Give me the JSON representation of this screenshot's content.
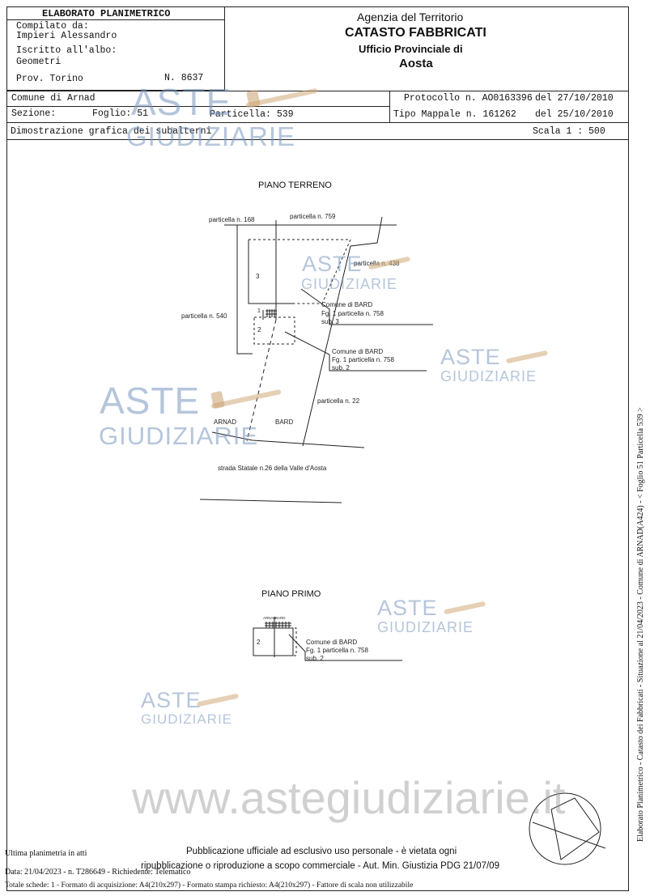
{
  "header": {
    "form_title": "ELABORATO PLANIMETRICO",
    "compiled_by_label": "Compilato da:",
    "compiled_by_name": "Impieri Alessandro",
    "registered_label": "Iscritto all'albo:",
    "registered_value": "Geometri",
    "province": "Prov. Torino",
    "number": "N.  8637",
    "agency_line1": "Agenzia del Territorio",
    "agency_line2": "CATASTO FABBRICATI",
    "agency_line3": "Ufficio Provinciale di",
    "agency_line4": "Aosta"
  },
  "info": {
    "comune": "Comune di Arnad",
    "sezione_label": "Sezione:",
    "foglio": "Foglio: 51",
    "particella": "Particella: 539",
    "protocollo": "Protocollo n. AO0163396",
    "protocollo_date": "del  27/10/2010",
    "tipo_mappale": "Tipo Mappale n. 161262",
    "tipo_mappale_date": "del 25/10/2010",
    "dimostrazione": "Dimostrazione grafica dei subalterni",
    "scala": "Scala 1 : 500"
  },
  "plan": {
    "piano_terreno": "PIANO TERRENO",
    "piano_primo": "PIANO PRIMO",
    "p168": "particella n. 168",
    "p759": "particella n. 759",
    "p438": "particella n. 438",
    "p540": "particella n. 540",
    "p22": "particella n. 22",
    "arnad": "ARNAD",
    "bard": "BARD",
    "arnad_small": "ARNAD",
    "bard_small": "BARD",
    "strada": "strada Statale n.26 della Valle d'Aosta",
    "sub3_l1": "Comune di BARD",
    "sub3_l2": "Fg. 1 particella n. 758",
    "sub3_l3": "sub. 3",
    "sub2_l1": "Comune di BARD",
    "sub2_l2": "Fg. 1 particella n. 758",
    "sub2_l3": "sub. 2",
    "pp_l1": "Comune di BARD",
    "pp_l2": "Fg. 1 particella n. 758",
    "pp_l3": "sub. 2",
    "n3": "3",
    "n2": "2",
    "n1": "1",
    "n2b": "2"
  },
  "watermark": {
    "aste": "ASTE",
    "giudiziarie": "GIUDIZIARIE",
    "site": "www.astegiudiziarie.it"
  },
  "footer": {
    "ultima": "Ultima planimetria in atti",
    "pubblicazione_l1": "Pubblicazione ufficiale ad esclusivo uso personale - è vietata ogni",
    "pubblicazione_l2": "ripubblicazione o riproduzione a scopo commerciale - Aut. Min. Giustizia PDG 21/07/09",
    "data_line": "Data: 21/04/2023 - n. T286649 - Richiedente: Telematico",
    "totale_line": "Totale schede: 1 - Formato di acquisizione: A4(210x297)  - Formato stampa richiesto: A4(210x297) - Fattore di scala non utilizzabile",
    "side_text": "Elaborato Planimetrico - Catasto dei Fabbricati - Situazione al 21/04/2023 - Comune di ARNAD(A424) - < Foglio 51 Particella 539 >"
  }
}
